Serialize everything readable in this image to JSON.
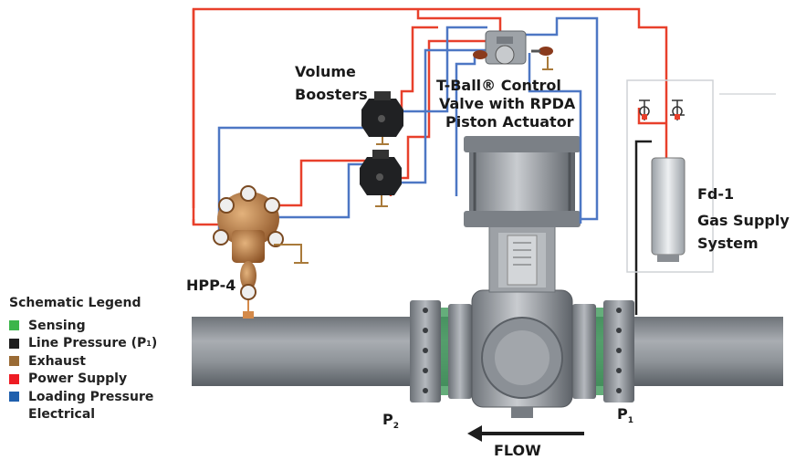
{
  "labels": {
    "volume_boosters_line1": "Volume",
    "volume_boosters_line2": "Boosters",
    "tball_line1": "T-Ball® Control",
    "tball_line2": "Valve with RPDA",
    "tball_line3": "Piston Actuator",
    "fd1_line1": "Fd-1",
    "fd1_line2": "Gas Supply",
    "fd1_line3": "System",
    "hpp4": "HPP-4",
    "p2": "P",
    "p2_sub": "2",
    "p1": "P",
    "p1_sub": "1",
    "flow": "FLOW"
  },
  "legend": {
    "title": "Schematic Legend",
    "items": [
      {
        "label": "Sensing",
        "color": "#3cb54a"
      },
      {
        "label": "Line Pressure (P",
        "sub": "1",
        "suffix": ")",
        "color": "#1e1e1e"
      },
      {
        "label": "Exhaust",
        "color": "#9a6b35"
      },
      {
        "label": "Power Supply",
        "color": "#ee1c24"
      },
      {
        "label": "Loading Pressure",
        "color": "#1f5fad"
      },
      {
        "label": "Electrical",
        "color": ""
      }
    ]
  },
  "colors": {
    "power_supply": "#e8402b",
    "loading_pressure": "#4d77c4",
    "line_pressure": "#1e1e1e",
    "exhaust": "#9a6b35",
    "sensing": "#3cb54a",
    "pipe": "#8b9096"
  }
}
